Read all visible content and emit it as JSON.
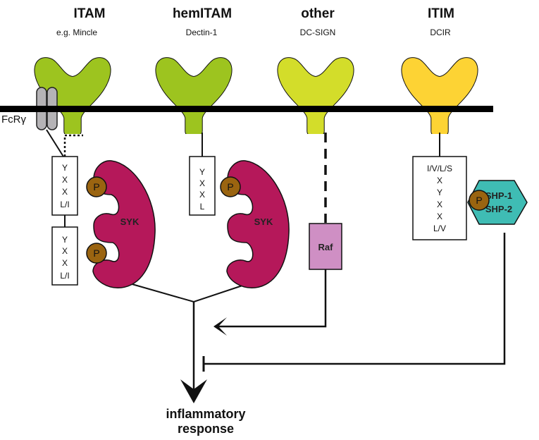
{
  "receptors": [
    {
      "class": "ITAM",
      "example": "e.g.  Mincle",
      "color": "#9dc41f"
    },
    {
      "class": "hemITAM",
      "example": "Dectin-1",
      "color": "#9dc41f"
    },
    {
      "class": "other",
      "example": "DC-SIGN",
      "color": "#d3dd2a"
    },
    {
      "class": "ITIM",
      "example": "DCIR",
      "color": "#fdd334"
    }
  ],
  "adaptor": {
    "label": "FcRγ",
    "color": "#b5b3b6"
  },
  "motifs": {
    "itam_1": [
      "Y",
      "X",
      "X",
      "L/I"
    ],
    "itam_2": [
      "Y",
      "X",
      "X",
      "L/I"
    ],
    "hemitam": [
      "Y",
      "X",
      "X",
      "L"
    ],
    "itim": [
      "I/V/L/S",
      "X",
      "Y",
      "X",
      "X",
      "L/V"
    ]
  },
  "phospho": "P",
  "kinases": {
    "syk": "SYK",
    "raf": "Raf",
    "shp_1": "SHP-1",
    "shp_2": "SHP-2"
  },
  "colors": {
    "syk": "#b5185a",
    "raf": "#cf8fc4",
    "shp": "#3fbcb4",
    "phospho": "#9a6410",
    "membrane": "#000000"
  },
  "outcome": {
    "line1": "inflammatory",
    "line2": "response"
  }
}
